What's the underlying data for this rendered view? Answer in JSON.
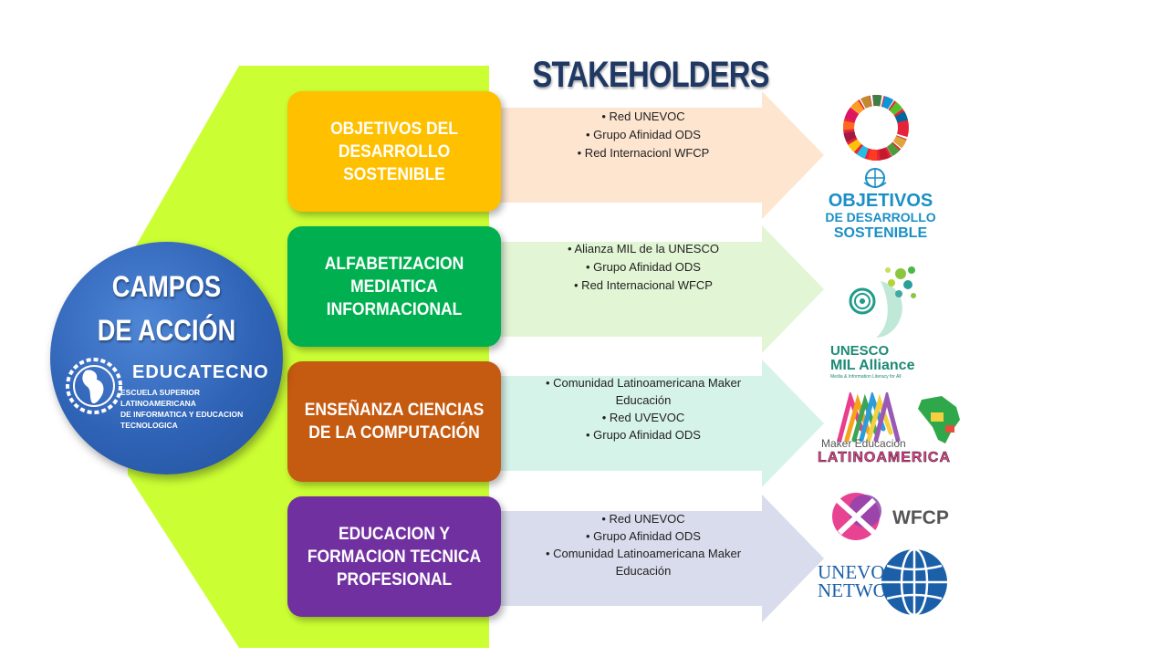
{
  "title": "STAKEHOLDERS",
  "center": {
    "title_line1": "CAMPOS",
    "title_line2": "DE ACCIÓN",
    "brand": "EDUCATECNO",
    "brand_sub_line1": "ESCUELA SUPERIOR LATINOAMERICANA",
    "brand_sub_line2": "DE INFORMATICA Y EDUCACION TECNOLOGICA"
  },
  "fields": [
    {
      "label": "OBJETIVOS DEL DESARROLLO SOSTENIBLE",
      "color": "#ffc000",
      "arrow_color": "#fde5d0",
      "stakeholders": [
        "• Red UNEVOC",
        "• Grupo Afinidad ODS",
        "• Red Internacionl WFCP"
      ]
    },
    {
      "label": "ALFABETIZACION MEDIATICA INFORMACIONAL",
      "color": "#00b050",
      "arrow_color": "#e2f5d5",
      "stakeholders": [
        "• Alianza MIL de la UNESCO",
        "• Grupo Afinidad ODS",
        "• Red Internacional WFCP"
      ]
    },
    {
      "label": "ENSEÑANZA CIENCIAS DE LA COMPUTACIÓN",
      "color": "#c55a11",
      "arrow_color": "#d6f3ea",
      "stakeholders": [
        "• Comunidad Latinoamericana Maker Educación",
        "• Red UVEVOC",
        "• Grupo Afinidad ODS"
      ]
    },
    {
      "label": "EDUCACION Y FORMACION TECNICA PROFESIONAL",
      "color": "#7030a0",
      "arrow_color": "#d9dcec",
      "stakeholders": [
        "• Red UNEVOC",
        "• Grupo Afinidad ODS",
        "• Comunidad Latinoamericana Maker Educación"
      ]
    }
  ],
  "logos": {
    "ods_line1": "OBJETIVOS",
    "ods_line2": "DE DESARROLLO",
    "ods_line3": "SOSTENIBLE",
    "mil_line1": "UNESCO",
    "mil_line2": "MIL Alliance",
    "mil_line3": "Media & Information Literacy for All",
    "maker_line1": "Maker Educación",
    "maker_line2": "LATINOAMERICA",
    "wfcp": "WFCP",
    "unevoc_line1": "UNEVOC",
    "unevoc_line2": "NETWORK"
  }
}
